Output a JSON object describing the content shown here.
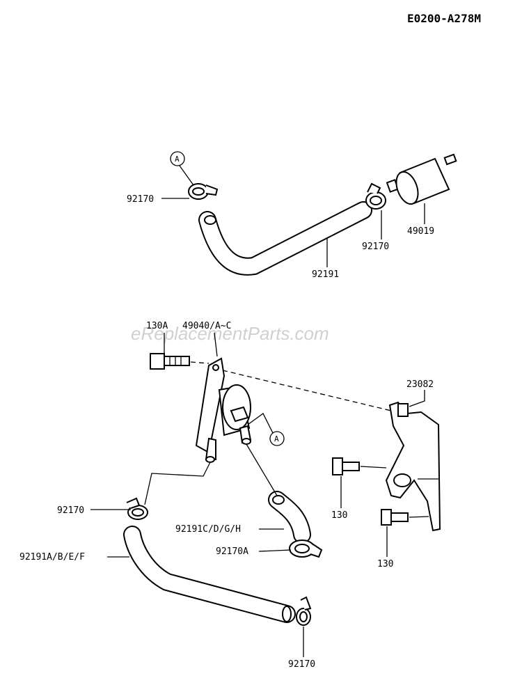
{
  "diagram_code": "E0200-A278M",
  "watermark": "eReplacementParts.com",
  "callout_symbol": "A",
  "parts": {
    "clamp_upper_left": "92170",
    "clamp_upper_right": "92170",
    "fuel_filter": "49019",
    "hose_upper": "92191",
    "bolt_pump": "130A",
    "fuel_pump": "49040/A~C",
    "bracket": "23082",
    "clamp_lower_left": "92170",
    "hose_short": "92191C/D/G/H",
    "clamp_lower_mid": "92170A",
    "hose_long": "92191A/B/E/F",
    "clamp_bottom": "92170",
    "bolt_upper": "130",
    "bolt_lower": "130"
  }
}
